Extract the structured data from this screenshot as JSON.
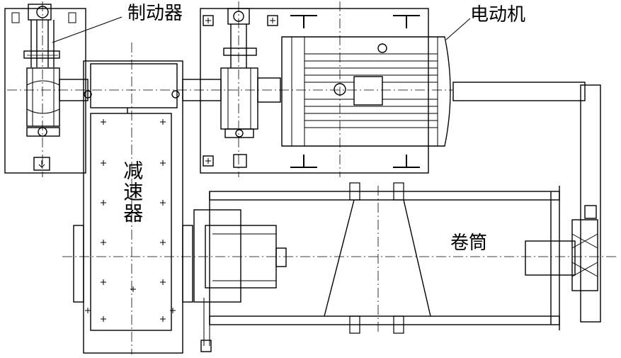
{
  "diagram": {
    "labels": {
      "brake": "制动器",
      "motor": "电动机",
      "reducer": "减速器",
      "drum": "卷筒"
    },
    "line_color": "#000000",
    "background": "#ffffff"
  }
}
